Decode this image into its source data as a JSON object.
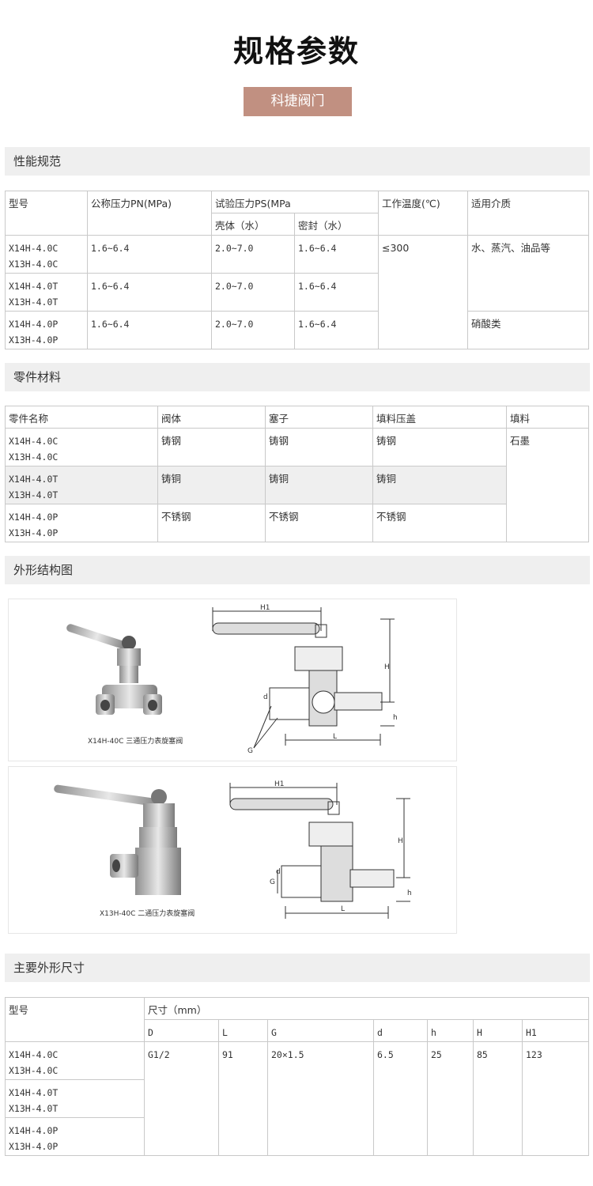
{
  "page": {
    "title": "规格参数",
    "brand": "科捷阀门"
  },
  "sections": {
    "performance": "性能规范",
    "materials": "零件材料",
    "drawing": "外形结构图",
    "dimensions": "主要外形尺寸"
  },
  "performance_table": {
    "h_model": "型号",
    "h_pn": "公称压力PN(MPa)",
    "h_ps": "试验压力PS(MPa",
    "h_shell": "壳体（水）",
    "h_seal": "密封（水）",
    "h_temp": "工作温度(℃)",
    "h_media": "适用介质",
    "rows": [
      {
        "m1": "X14H-4.0C",
        "m2": "X13H-4.0C",
        "pn": "1.6~6.4",
        "shell": "2.0~7.0",
        "seal": "1.6~6.4"
      },
      {
        "m1": "X14H-4.0T",
        "m2": "X13H-4.0T",
        "pn": "1.6~6.4",
        "shell": "2.0~7.0",
        "seal": "1.6~6.4"
      },
      {
        "m1": "X14H-4.0P",
        "m2": "X13H-4.0P",
        "pn": "1.6~6.4",
        "shell": "2.0~7.0",
        "seal": "1.6~6.4"
      }
    ],
    "temp": "≤300",
    "media_a": "水、蒸汽、油品等",
    "media_b": "硝酸类"
  },
  "materials_table": {
    "h_name": "零件名称",
    "h_body": "阀体",
    "h_plug": "塞子",
    "h_gland": "填料压盖",
    "h_packing": "填料",
    "rows": [
      {
        "m1": "X14H-4.0C",
        "m2": "X13H-4.0C",
        "body": "铸钢",
        "plug": "铸钢",
        "gland": "铸钢"
      },
      {
        "m1": "X14H-4.0T",
        "m2": "X13H-4.0T",
        "body": "铸铜",
        "plug": "铸铜",
        "gland": "铸铜"
      },
      {
        "m1": "X14H-4.0P",
        "m2": "X13H-4.0P",
        "body": "不锈钢",
        "plug": "不锈钢",
        "gland": "不锈钢"
      }
    ],
    "packing": "石墨"
  },
  "figures": {
    "fig1_caption": "X14H-40C 三通压力表旋塞阀",
    "fig2_caption": "X13H-40C 二通压力表旋塞阀",
    "labels": {
      "H1": "H1",
      "H": "H",
      "h": "h",
      "d": "d",
      "G": "G",
      "L": "L"
    }
  },
  "dimensions_table": {
    "h_model": "型号",
    "h_size": "尺寸（mm）",
    "cols": [
      "D",
      "L",
      "G",
      "d",
      "h",
      "H",
      "H1"
    ],
    "rows": [
      {
        "m1": "X14H-4.0C",
        "m2": "X13H-4.0C"
      },
      {
        "m1": "X14H-4.0T",
        "m2": "X13H-4.0T"
      },
      {
        "m1": "X14H-4.0P",
        "m2": "X13H-4.0P"
      }
    ],
    "values": [
      "G1/2",
      "91",
      "20×1.5",
      "6.5",
      "25",
      "85",
      "123"
    ]
  }
}
